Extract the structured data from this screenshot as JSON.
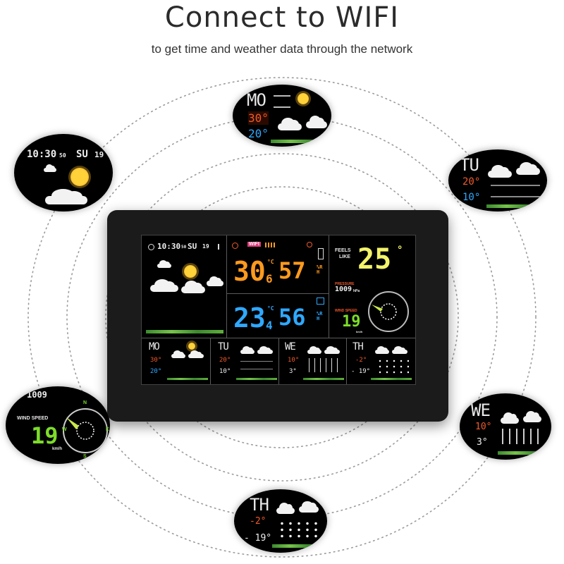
{
  "header": {
    "title": "Connect to WIFI",
    "subtitle": "to get time and weather data through the network"
  },
  "colors": {
    "outdoor_temp": "#ff9a1e",
    "outdoor_humidity": "#ff9a1e",
    "indoor_temp": "#2fa8ff",
    "indoor_humidity": "#2fa8ff",
    "feels_like": "#f3f36a",
    "wind_speed": "#7ddc2a",
    "high_temp": "#f05a2a",
    "low_temp": "#2fa8ff",
    "wifi_badge": "#e03a7a"
  },
  "icons": [
    "alarm-clock-icon",
    "wifi-icon",
    "signal-bars-icon",
    "refresh-icon",
    "battery-icon",
    "thermometer-icon",
    "home-icon",
    "compass-icon",
    "sun-icon",
    "cloud-icon",
    "fog-icon",
    "rain-icon",
    "snow-icon",
    "grass-icon"
  ],
  "bubbles": {
    "clock": {
      "time": "10:30",
      "seconds": "50",
      "day": "SU",
      "date": "19"
    },
    "monday": {
      "day": "MO",
      "high": "30°",
      "low": "20°"
    },
    "tuesday": {
      "day": "TU",
      "high": "20°",
      "low": "10°"
    },
    "wind": {
      "pressure": "1009",
      "label": "WIND SPEED",
      "value": "19",
      "unit": "km/h",
      "compass_n": "N",
      "compass_e": "E",
      "compass_s": "S",
      "compass_w": "W"
    },
    "wednesday": {
      "day": "WE",
      "high": "10°",
      "low": "3°"
    },
    "thursday": {
      "day": "TH",
      "high": "-2°",
      "low": "- 19°"
    }
  },
  "screen": {
    "time": "10:30",
    "seconds": "50",
    "day": "SU",
    "date": "19",
    "wifi_label": "WIFI",
    "outdoor_temp": "30",
    "outdoor_temp_dec": "6",
    "outdoor_temp_unit": "°C",
    "outdoor_humidity": "57",
    "outdoor_humidity_unit": "%RH",
    "indoor_temp": "23",
    "indoor_temp_dec": "4",
    "indoor_temp_unit": "°C",
    "indoor_humidity": "56",
    "indoor_humidity_unit": "%RH",
    "feels_label_1": "FEELS",
    "feels_label_2": "LIKE",
    "feels_value": "25",
    "feels_unit": "°",
    "pressure_label": "PRESSURE",
    "pressure_value": "1009",
    "pressure_unit": "hPa",
    "wind_label": "WIND SPEED",
    "wind_value": "19",
    "wind_unit": "km/h",
    "forecast": [
      {
        "day": "MO",
        "high": "30°",
        "low": "20°"
      },
      {
        "day": "TU",
        "high": "20°",
        "low": "10°"
      },
      {
        "day": "WE",
        "high": "10°",
        "low": "3°"
      },
      {
        "day": "TH",
        "high": "-2°",
        "low": "- 19°"
      }
    ]
  }
}
